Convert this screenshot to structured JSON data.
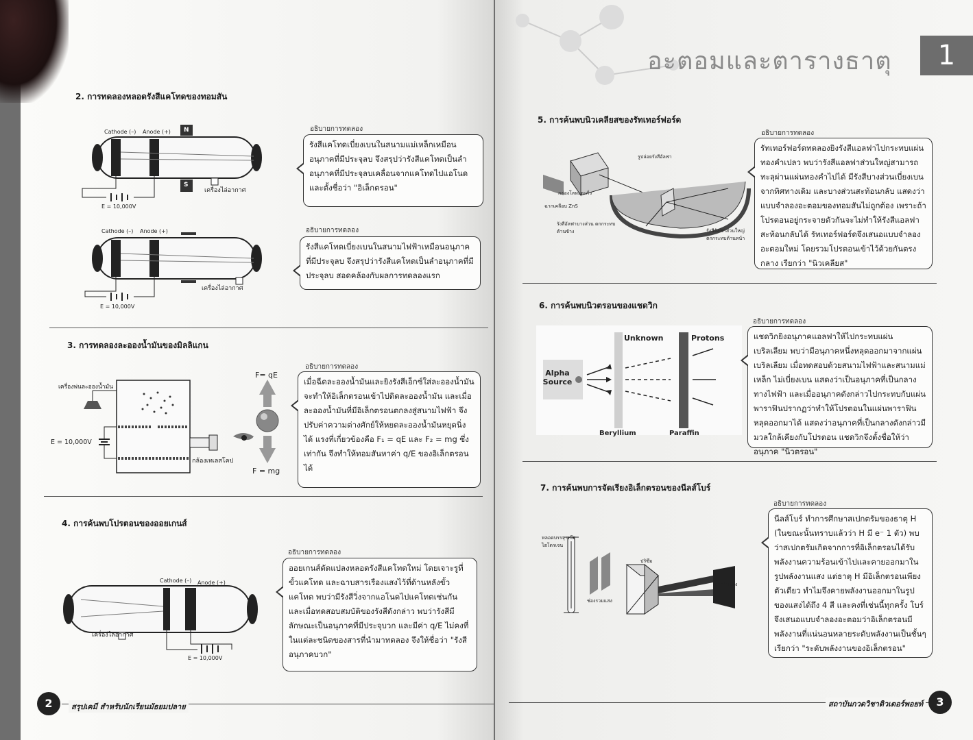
{
  "left": {
    "sec2_title": "2. การทดลองหลอดรังสีแคโทดของทอมสัน",
    "sec2_cap1": "อธิบายการทดลอง",
    "sec2_text1": "รังสีแคโทดเบี่ยงเบนในสนามแม่เหล็กเหมือนอนุภาคที่มีประจุลบ จึงสรุปว่ารังสีแคโทดเป็นลำอนุภาคที่มีประจุลบเคลื่อนจากแคโทดไปแอโนด และตั้งชื่อว่า \"อิเล็กตรอน\"",
    "sec2_cap2": "อธิบายการทดลอง",
    "sec2_text2": "รังสีแคโทดเบี่ยงเบนในสนามไฟฟ้าเหมือนอนุภาคที่มีประจุลบ จึงสรุปว่ารังสีแคโทดเป็นลำอนุภาคที่มีประจุลบ สอดคล้องกับผลการทดลองแรก",
    "cathode": "Cathode (–)",
    "anode": "Anode (+)",
    "n_pole": "N",
    "s_pole": "S",
    "vacuum": "เครื่องไล่อากาศ",
    "voltage": "E = 10,000V",
    "sec3_title": "3. การทดลองละอองน้ำมันของมิลลิแกน",
    "sec3_cap": "อธิบายการทดลอง",
    "sec3_text": "เมื่อฉีดละอองน้ำมันและยิงรังสีเอ็กซ์ใส่ละอองน้ำมันจะทำให้อิเล็กตรอนเข้าไปติดละอองน้ำมัน และเมื่อละอองน้ำมันที่มีอิเล็กตรอนตกลงสู่สนามไฟฟ้า จึงปรับค่าความต่างศักย์ให้หยดละอองน้ำมันหยุดนิ่งได้ แรงที่เกี่ยวข้องคือ F₁ = qE และ F₂ = mg ซึ่งเท่ากัน จึงทำให้ทอมสันหาค่า q/E ของอิเล็กตรอนได้",
    "sprayer": "เครื่องพ่นละอองน้ำมัน",
    "telescope": "กล้องเทเลสโคป",
    "force_qe": "F= qE",
    "force_mg": "F = mg",
    "sec4_title": "4. การค้นพบโปรตอนของออยเกนส์",
    "sec4_cap": "อธิบายการทดลอง",
    "sec4_text": "ออยเกนส์ดัดแปลงหลอดรังสีแคโทดใหม่ โดยเจาะรูที่ขั้วแคโทด และฉาบสารเรืองแสงไว้ที่ด้านหลังขั้วแคโทด พบว่ามีรังสีวิ่งจากแอโนดไปแคโทดเช่นกัน และเมื่อทดสอบสมบัติของรังสีดังกล่าว พบว่ารังสีมีลักษณะเป็นอนุภาคที่มีประจุบวก และมีค่า q/E ไม่คงที่ในแต่ละชนิดของสารที่นำมาทดลอง จึงให้ชื่อว่า \"รังสีอนุภาคบวก\"",
    "page_num": "2",
    "footer": "สรุปเคมี สำหรับนักเรียนมัธยมปลาย"
  },
  "right": {
    "chapter_title": "อะตอมและตารางธาตุ",
    "chapter_num": "1",
    "sec5_title": "5. การค้นพบนิวเคลียสของรัทเทอร์ฟอร์ด",
    "sec5_cap": "อธิบายการทดลอง",
    "sec5_text": "รัทเทอร์ฟอร์ดทดลองยิงรังสีแอลฟาไปกระทบแผ่นทองคำเปลว พบว่ารังสีแอลฟาส่วนใหญ่สามารถทะลุผ่านแผ่นทองคำไปได้ มีรังสีบางส่วนเบี่ยงเบนจากทิศทางเดิม และบางส่วนสะท้อนกลับ แสดงว่าแบบจำลองอะตอมของทอมสันไม่ถูกต้อง เพราะถ้าโปรตอนอยู่กระจายตัวกันจะไม่ทำให้รังสีแอลฟาสะท้อนกลับได้ รัทเทอร์ฟอร์ดจึงเสนอแบบจำลองอะตอมใหม่ โดยรวมโปรตอนเข้าไว้ด้วยกันตรงกลาง เรียกว่า \"นิวเคลียส\"",
    "ruth_lbl1": "รูปล่อยรังสีอัลฟา",
    "ruth_lbl2": "กล่องโลหะตะกั่ว",
    "ruth_lbl3": "ฉากเคลือบ ZnS",
    "ruth_lbl4": "รังสีอัลฟาบางส่วน ตกกระทบด้านข้าง",
    "ruth_lbl5": "รังสีอัลฟาส่วนใหญ่ ตกกระทบด้านหน้า",
    "sec6_title": "6. การค้นพบนิวตรอนของแชดวิก",
    "sec6_cap": "อธิบายการทดลอง",
    "sec6_text": "แชดวิกยิงอนุภาคแอลฟาให้ไปกระทบแผ่นเบริลเลียม พบว่ามีอนุภาคหนึ่งหลุดออกมาจากแผ่นเบริลเลียม เมื่อทดสอบด้วยสนามไฟฟ้าและสนามแม่เหล็ก ไม่เบี่ยงเบน แสดงว่าเป็นอนุภาคที่เป็นกลางทางไฟฟ้า และเมื่ออนุภาคดังกล่าวไปกระทบกับแผ่นพาราฟินปรากฏว่าทำให้โปรตอนในแผ่นพาราฟินหลุดออกมาได้ แสดงว่าอนุภาคที่เป็นกลางดังกล่าวมีมวลใกล้เคียงกับโปรตอน แชดวิกจึงตั้งชื่อให้ว่าอนุภาค \"นิวตรอน\"",
    "alpha_source": "Alpha Source",
    "unknown": "Unknown",
    "protons": "Protons",
    "beryllium": "Beryllium",
    "paraffin": "Paraffin",
    "sec7_title": "7. การค้นพบการจัดเรียงอิเล็กตรอนของนีลส์โบร์",
    "sec7_cap": "อธิบายการทดลอง",
    "sec7_text": "นีลส์โบร์ ทำการศึกษาสเปกตรัมของธาตุ H (ในขณะนั้นทราบแล้วว่า H มี e⁻ 1 ตัว) พบว่าสเปกตรัมเกิดจากการที่อิเล็กตรอนได้รับพลังงานความร้อนเข้าไปและคายออกมาในรูปพลังงานแสง แต่ธาตุ H มีอิเล็กตรอนเพียงตัวเดียว ทำไมจึงคายพลังงานออกมาในรูปของแสงได้ถึง 4 สี และคงที่เช่นนี้ทุกครั้ง โบร์จึงเสนอแบบจำลองอะตอมว่าอิเล็กตรอนมีพลังงานที่แน่นอนหลายระดับพลังงานเป็นชั้นๆ เรียกว่า \"ระดับพลังงานของอิเล็กตรอน\"",
    "bohr_lbl1": "หลอดบรรจุ แก๊สไฮโดรเจน",
    "bohr_lbl2": "ช่องรวมแสง",
    "bohr_lbl3": "ปริซึม",
    "bohr_lbl4": "ฉากรับแสง",
    "page_num": "3",
    "footer": "สถาบันกวดวิชาติวเตอร์พอยท์"
  }
}
